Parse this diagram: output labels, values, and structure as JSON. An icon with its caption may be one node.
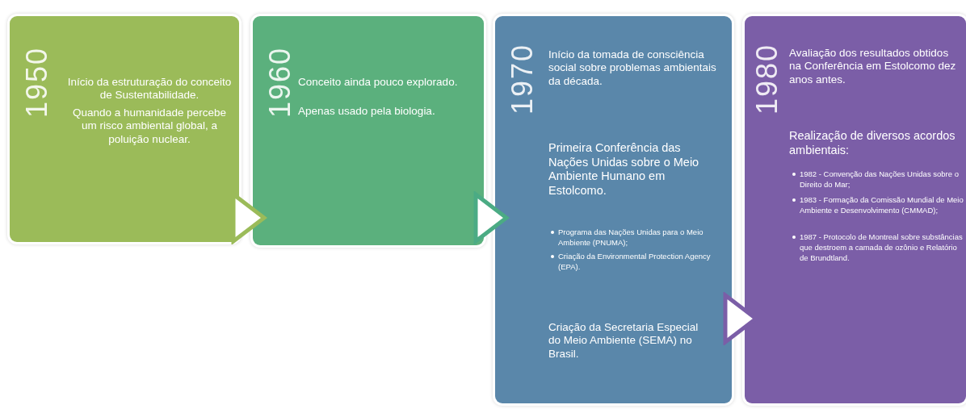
{
  "diagram": {
    "nodes": [
      {
        "text": [
          "1950",
          "Início da estruturação do conceito de Sustentabilidade.",
          "Quando a humanidade percebe um risco ambiental global, a poluição nuclear."
        ]
      },
      {
        "text": [
          "1960",
          "Conceito ainda pouco explorado.",
          "Apenas usado pela biologia."
        ]
      },
      {
        "text": [
          "1970",
          "Início da tomada de consciência social sobre problemas ambientais da década.",
          "Primeira Conferência das Nações Unidas sobre o Meio Ambiente Humano em Estolcomo.",
          "Programa das Nações Unidas para o Meio Ambiente (PNUMA);",
          "Criação da Environmental Protection Agency (EPA).",
          "Criação da Secretaria Especial do Meio Ambiente (SEMA) no Brasil."
        ]
      },
      {
        "text": [
          "1980",
          "Avaliação dos resultados obtidos na Conferência em Estolcomo dez anos antes.",
          "Realização de diversos acordos ambientais:",
          "1982 - Convenção das Nações Unidas sobre o Direito do Mar;",
          "1983 - Formação da Comissão Mundial de Meio Ambiente e Desenvolvimento (CMMAD);",
          "1987 - Protocolo de Montreal sobre substâncias que destroem a camada de ozônio e Relatório de Brundtland."
        ]
      }
    ],
    "edges": [
      {
        "from": 0,
        "to": 1,
        "arrow": "to",
        "color": "#9bbb59"
      },
      {
        "from": 1,
        "to": 2,
        "arrow": "to",
        "color": "#4bab84"
      },
      {
        "from": 2,
        "to": 3,
        "arrow": "to",
        "color": "#7b5ea7"
      }
    ]
  }
}
